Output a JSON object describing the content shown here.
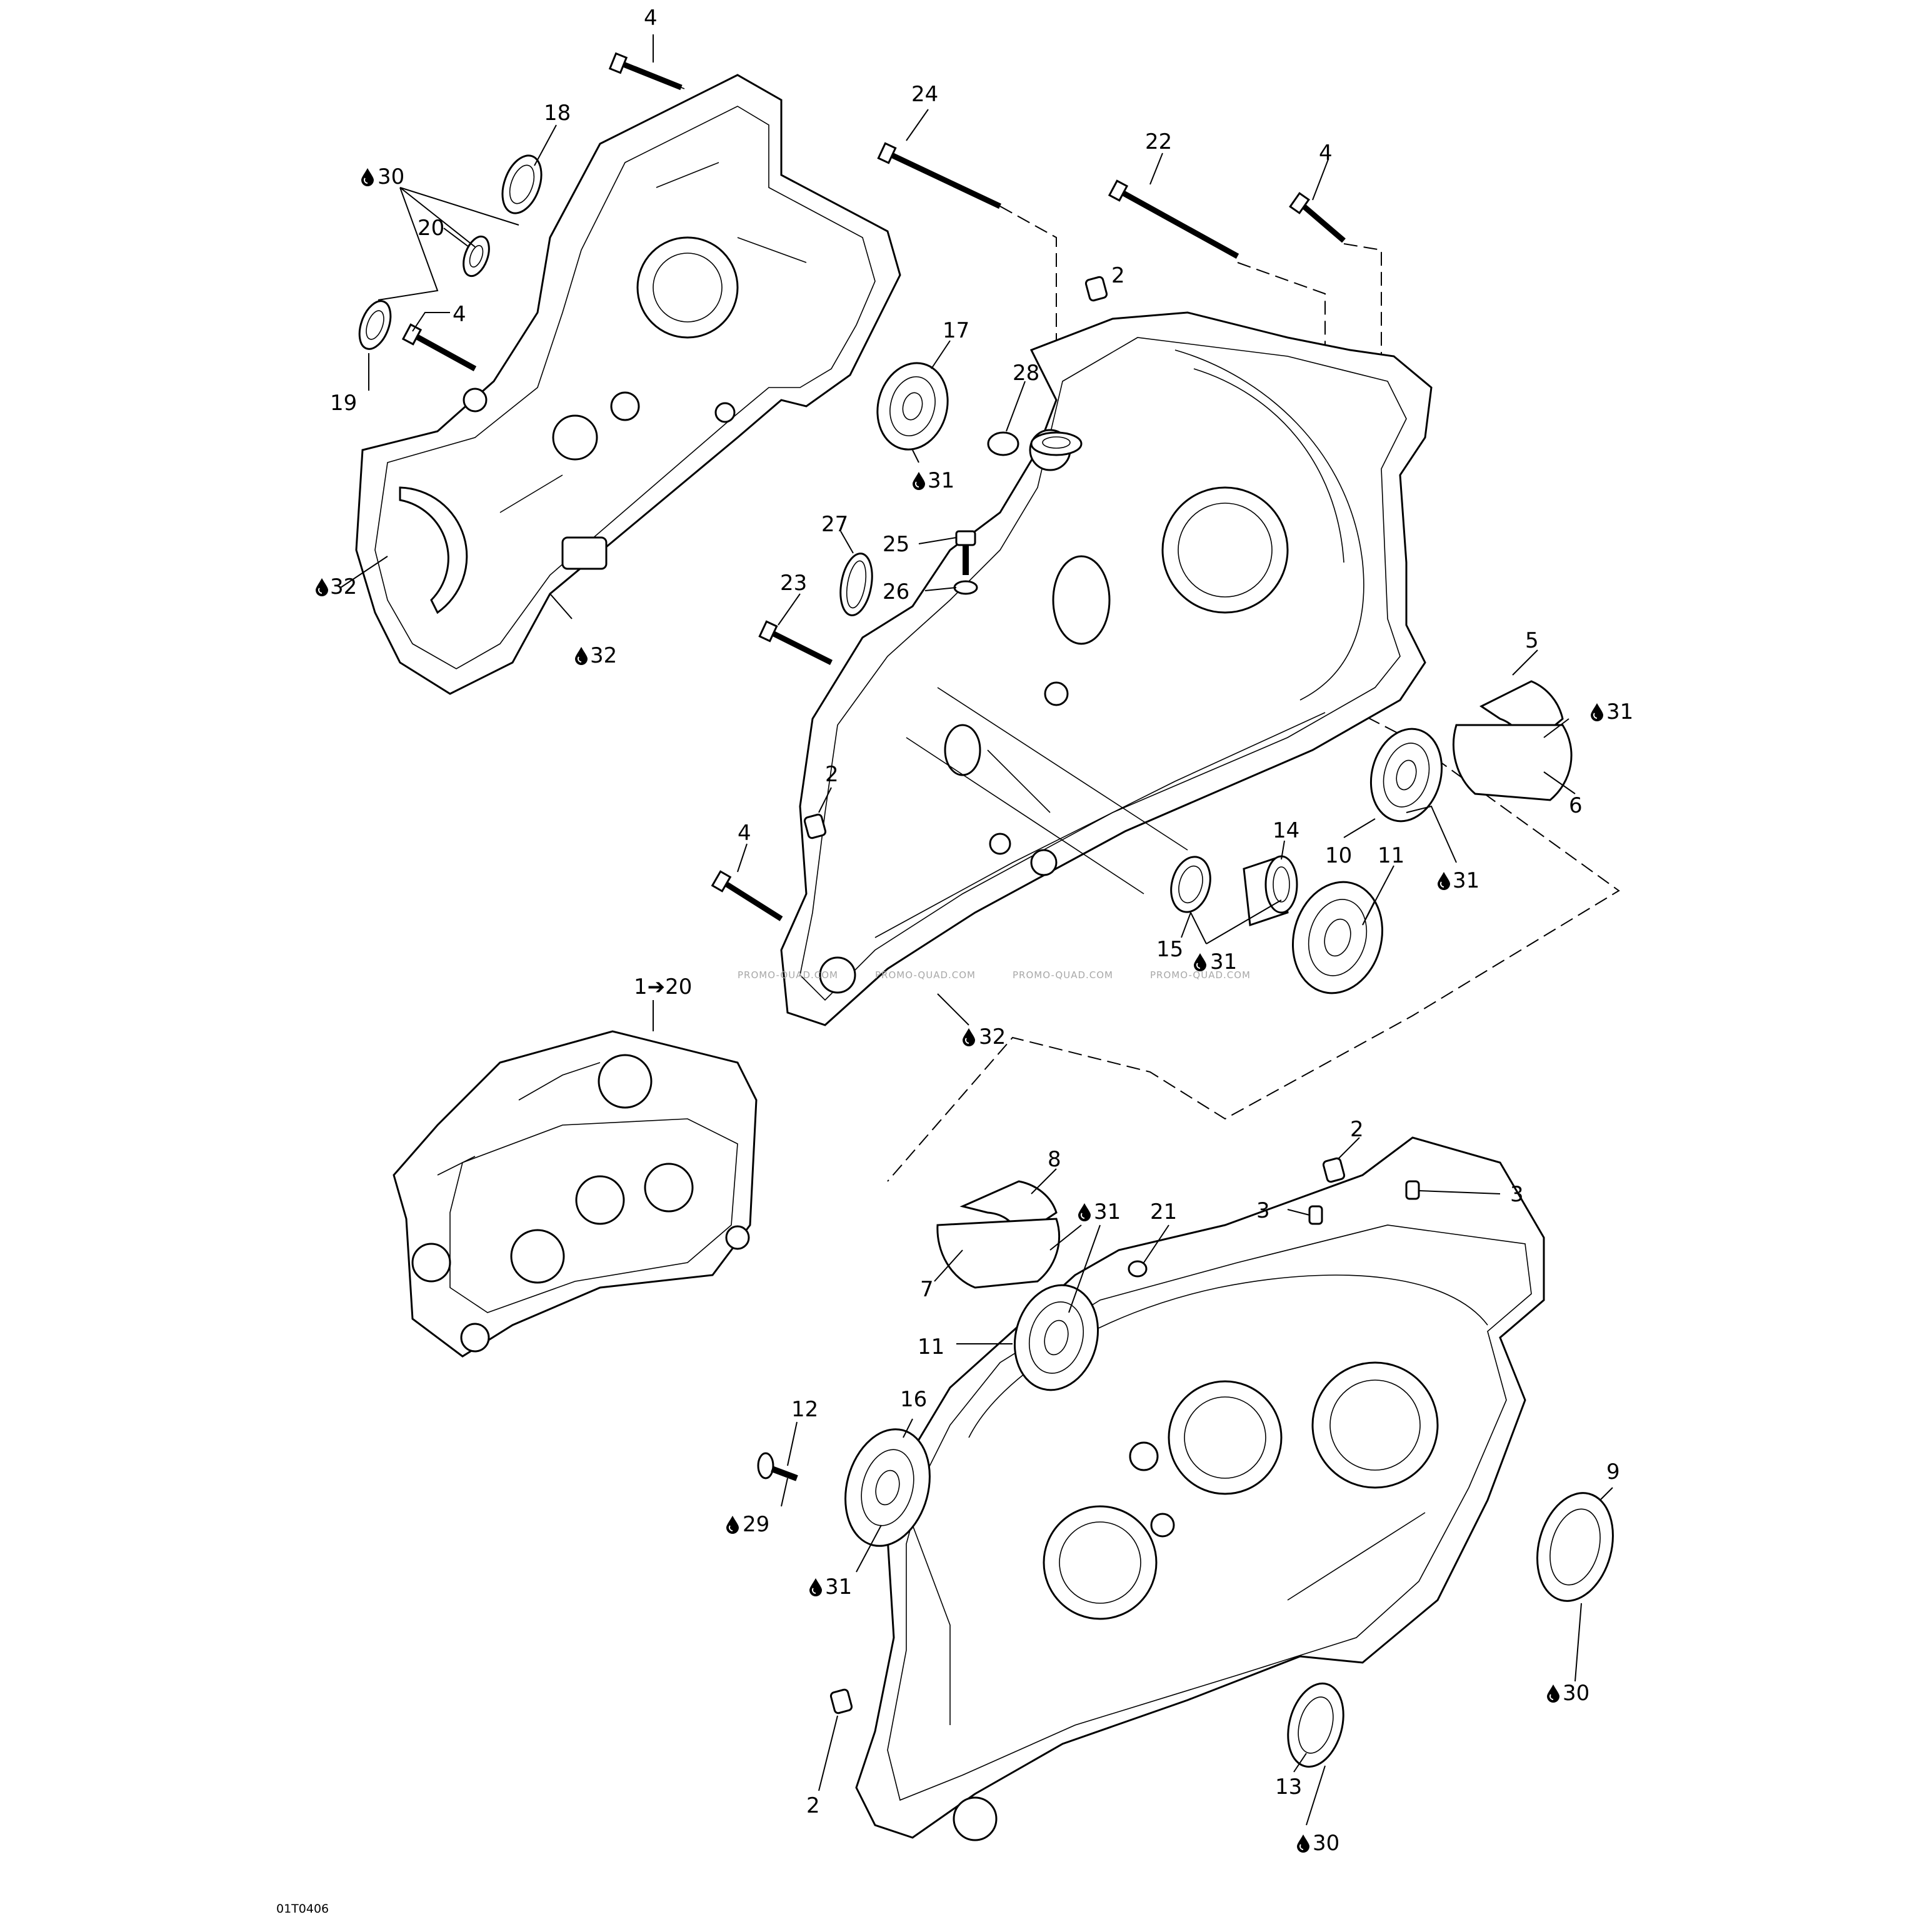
{
  "diagram": {
    "drawing_code": "01T0406",
    "watermark": "PROMO-QUAD.COM",
    "exploded_view_label": "1➔20",
    "lube_marker_icon": "oil-drop-icon",
    "callouts": {
      "c4a": "4",
      "c24": "24",
      "c22": "22",
      "c4b": "4",
      "c18": "18",
      "c30a": "30",
      "c20": "20",
      "c4c": "4",
      "c19": "19",
      "c17": "17",
      "c2a": "2",
      "c28": "28",
      "c31a": "31",
      "c27": "27",
      "c25": "25",
      "c26": "26",
      "c32a": "32",
      "c23": "23",
      "c32b": "32",
      "c5": "5",
      "c31b": "31",
      "c6": "6",
      "c2b": "2",
      "c14": "14",
      "c10": "10",
      "c11a": "11",
      "c31c": "31",
      "c4d": "4",
      "c15": "15",
      "c31d": "31",
      "c32c": "32",
      "c8": "8",
      "c2c": "2",
      "c31e": "31",
      "c21": "21",
      "c3a": "3",
      "c3b": "3",
      "c7": "7",
      "c11b": "11",
      "c12": "12",
      "c16": "16",
      "c9": "9",
      "c29": "29",
      "c31f": "31",
      "c30b": "30",
      "c2d": "2",
      "c13": "13",
      "c30c": "30"
    }
  }
}
